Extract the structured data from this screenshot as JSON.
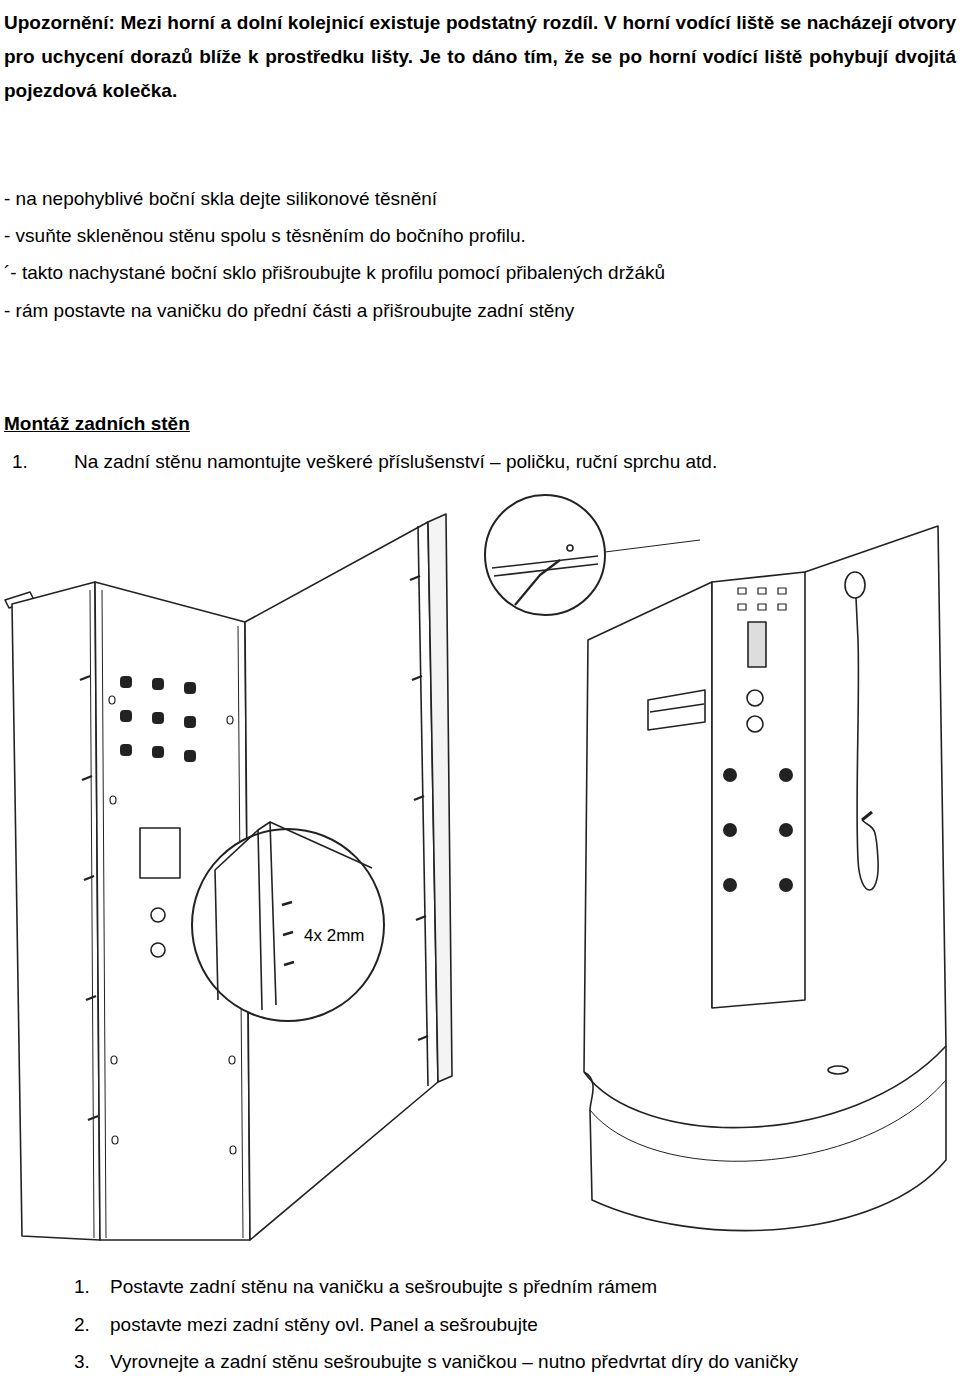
{
  "diagram": {
    "title": "Montáž zadních stěn",
    "labels": [
      "Upozornění: Mezi horní a dolní kolejnicí existuje podstatný rozdíl. V horní vodící liště se nacházejí otvory pro uchycení dorazů blíže k prostředku lišty. Je to dáno tím, že se po horní vodící liště pohybují dvojitá pojezdová kolečka.",
      "- na nepohyblivé boční skla dejte silikonové těsnění",
      "- vsuňte skleněnou stěnu spolu s těsněním do bočního profilu.",
      "´- takto nachystané boční sklo přišroubujte k profilu pomocí přibalených držáků",
      "- rám postavte na vaničku do přední části a přišroubujte zadní stěny",
      "1.",
      "Na zadní stěnu namontujte veškeré příslušenství – poličku, ruční sprchu atd.",
      "4x 2mm",
      "1.",
      "Postavte zadní stěnu na vaničku a sešroubujte s předním rámem",
      "2.",
      "postavte mezi zadní stěny ovl. Panel a sešroubujte",
      "3.",
      "Vyrovnejte a zadní stěnu sešroubujte s vaničkou – nutno předvrtat díry do vaničky"
    ]
  }
}
